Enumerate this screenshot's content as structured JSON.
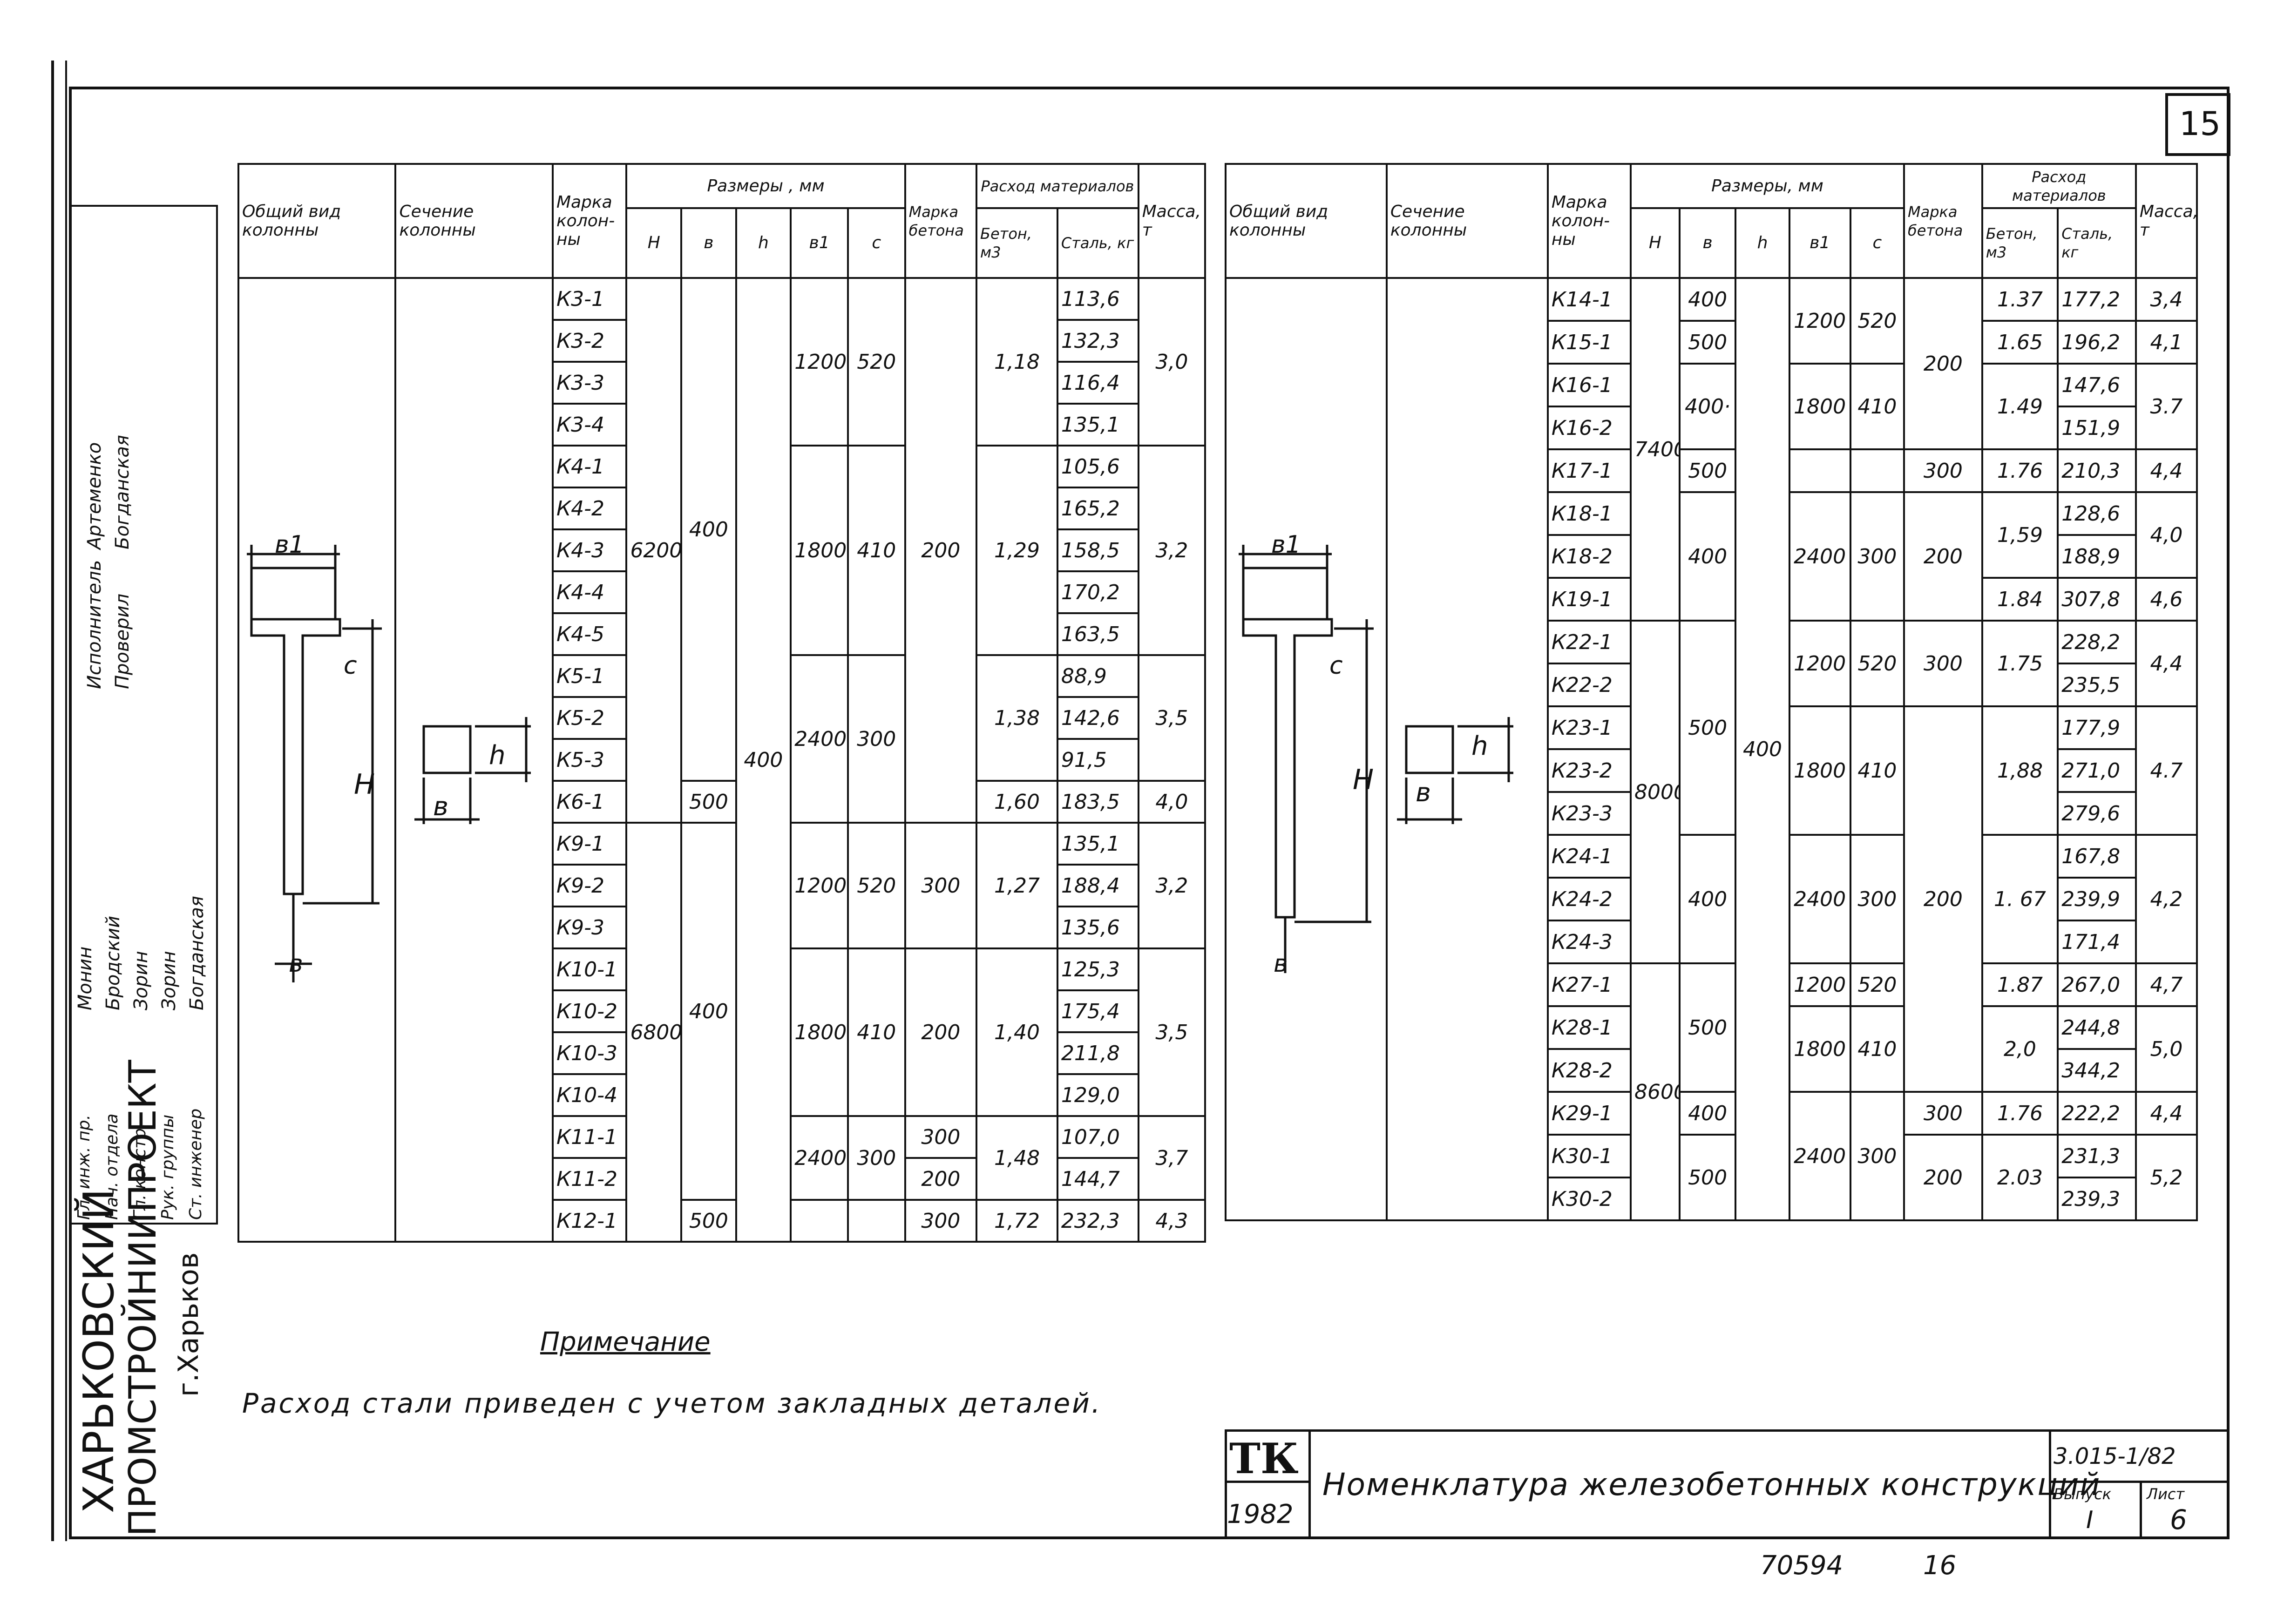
{
  "page_number": "15",
  "left_table": {
    "headers": {
      "general_view": "Общий вид колонны",
      "section": "Сечение колонны",
      "mark": "Марка колон-ны",
      "sizes": "Размеры , мм",
      "H": "H",
      "b": "в",
      "h": "h",
      "b1": "в1",
      "c": "с",
      "concrete_grade": "Марка бетона",
      "materials": "Расход материалов",
      "concrete": "Бетон, м3",
      "steel": "Сталь, кг",
      "mass": "Масса, т"
    },
    "rows": [
      {
        "mark": "К3-1",
        "steel": "113,6"
      },
      {
        "mark": "К3-2",
        "steel": "132,3"
      },
      {
        "mark": "К3-3",
        "steel": "116,4"
      },
      {
        "mark": "К3-4",
        "steel": "135,1"
      },
      {
        "mark": "К4-1",
        "steel": "105,6"
      },
      {
        "mark": "К4-2",
        "steel": "165,2"
      },
      {
        "mark": "К4-3",
        "steel": "158,5"
      },
      {
        "mark": "К4-4",
        "steel": "170,2"
      },
      {
        "mark": "К4-5",
        "steel": "163,5"
      },
      {
        "mark": "К5-1",
        "steel": "88,9"
      },
      {
        "mark": "К5-2",
        "steel": "142,6"
      },
      {
        "mark": "К5-3",
        "steel": "91,5"
      },
      {
        "mark": "К6-1",
        "steel": "183,5"
      },
      {
        "mark": "К9-1",
        "steel": "135,1"
      },
      {
        "mark": "К9-2",
        "steel": "188,4"
      },
      {
        "mark": "К9-3",
        "steel": "135,6"
      },
      {
        "mark": "К10-1",
        "steel": "125,3"
      },
      {
        "mark": "К10-2",
        "steel": "175,4"
      },
      {
        "mark": "К10-3",
        "steel": "211,8"
      },
      {
        "mark": "К10-4",
        "steel": "129,0"
      },
      {
        "mark": "К11-1",
        "steel": "107,0"
      },
      {
        "mark": "К11-2",
        "steel": "144,7"
      },
      {
        "mark": "К12-1",
        "steel": "232,3"
      }
    ],
    "merged": {
      "H_6200": "6200",
      "H_6800": "6800",
      "b_400a": "400",
      "b_500a": "500",
      "b_400b": "400",
      "b_500b": "500",
      "h_400": "400",
      "b1_1200a": "1200",
      "c_520a": "520",
      "b1_1800a": "1800",
      "c_410a": "410",
      "b1_2400a": "2400",
      "c_300a": "300",
      "b1_1200b": "1200",
      "c_520b": "520",
      "b1_1800b": "1800",
      "c_410b": "410",
      "b1_2400b": "2400",
      "c_300b": "300",
      "grade_200a": "200",
      "grade_300a": "300",
      "grade_200b": "200",
      "grade_300b": "300",
      "grade_200c": "200",
      "grade_300c": "300",
      "con_118": "1,18",
      "con_129": "1,29",
      "con_138": "1,38",
      "con_160": "1,60",
      "con_127": "1,27",
      "con_140": "1,40",
      "con_148": "1,48",
      "con_172": "1,72",
      "m_30": "3,0",
      "m_32a": "3,2",
      "m_35a": "3,5",
      "m_40": "4,0",
      "m_32b": "3,2",
      "m_35b": "3,5",
      "m_37": "3,7",
      "m_43": "4,3"
    }
  },
  "right_table": {
    "headers": {
      "general_view": "Общий вид колонны",
      "section": "Сечение колонны",
      "mark": "Марка колон-ны",
      "sizes": "Размеры, мм",
      "H": "H",
      "b": "в",
      "h": "h",
      "b1": "в1",
      "c": "с",
      "concrete_grade": "Марка бетона",
      "materials": "Расход материалов",
      "concrete": "Бетон, м3",
      "steel": "Сталь, кг",
      "mass": "Масса, т"
    },
    "rows": [
      {
        "mark": "К14-1",
        "steel": "177,2"
      },
      {
        "mark": "К15-1",
        "steel": "196,2"
      },
      {
        "mark": "К16-1",
        "steel": "147,6"
      },
      {
        "mark": "К16-2",
        "steel": "151,9"
      },
      {
        "mark": "К17-1",
        "steel": "210,3"
      },
      {
        "mark": "К18-1",
        "steel": "128,6"
      },
      {
        "mark": "К18-2",
        "steel": "188,9"
      },
      {
        "mark": "К19-1",
        "steel": "307,8"
      },
      {
        "mark": "К22-1",
        "steel": "228,2"
      },
      {
        "mark": "К22-2",
        "steel": "235,5"
      },
      {
        "mark": "К23-1",
        "steel": "177,9"
      },
      {
        "mark": "К23-2",
        "steel": "271,0"
      },
      {
        "mark": "К23-3",
        "steel": "279,6"
      },
      {
        "mark": "К24-1",
        "steel": "167,8"
      },
      {
        "mark": "К24-2",
        "steel": "239,9"
      },
      {
        "mark": "К24-3",
        "steel": "171,4"
      },
      {
        "mark": "К27-1",
        "steel": "267,0"
      },
      {
        "mark": "К28-1",
        "steel": "244,8"
      },
      {
        "mark": "К28-2",
        "steel": "344,2"
      },
      {
        "mark": "К29-1",
        "steel": "222,2"
      },
      {
        "mark": "К30-1",
        "steel": "231,3"
      },
      {
        "mark": "К30-2",
        "steel": "239,3"
      }
    ],
    "merged": {
      "H_7400": "7400",
      "H_8000": "8000",
      "H_8600": "8600",
      "b_400a": "400",
      "b_500a": "500",
      "b_400b": "400·",
      "b_500b": "500",
      "b_400c": "400",
      "b_500c": "500",
      "b_400d": "400",
      "b_500d": "500",
      "b_400e": "400",
      "b_500e": "500",
      "h_400": "400",
      "b1_1200a": "1200",
      "c_520a": "520",
      "b1_1800a": "1800",
      "c_410a": "410",
      "b1_2400a": "2400",
      "c_300a": "300",
      "b1_1200b": "1200",
      "c_520b": "520",
      "b1_1800b": "1800",
      "c_410b": "410",
      "b1_2400b": "2400",
      "c_300b": "300",
      "b1_1200c": "1200",
      "c_520c": "520",
      "b1_1800c": "1800",
      "c_410c": "410",
      "b1_2400c": "2400",
      "c_300c": "300",
      "grade_200a": "200",
      "grade_300a": "300",
      "grade_200b": "200",
      "grade_300b": "300",
      "grade_200c": "200",
      "grade_300c": "300",
      "grade_200d": "200",
      "con_137": "1.37",
      "con_165": "1.65",
      "con_149": "1.49",
      "con_176a": "1.76",
      "con_159": "1,59",
      "con_184": "1.84",
      "con_175": "1.75",
      "con_188": "1,88",
      "con_167": "1. 67",
      "con_187": "1.87",
      "con_20": "2,0",
      "con_176b": "1.76",
      "con_203": "2.03",
      "m_34": "3,4",
      "m_41": "4,1",
      "m_37": "3.7",
      "m_44a": "4,4",
      "m_40": "4,0",
      "m_46": "4,6",
      "m_44b": "4,4",
      "m_47a": "4.7",
      "m_42": "4,2",
      "m_47b": "4,7",
      "m_50": "5,0",
      "m_44c": "4,4",
      "m_52": "5,2"
    }
  },
  "note": {
    "title": "Примечание",
    "text": "Расход стали приведен с учетом закладных деталей."
  },
  "title_block": {
    "logo": "ТК",
    "year": "1982",
    "title": "Номенклатура железобетонных конструкций",
    "code": "3.015-1/82",
    "issue_label": "Выпуск",
    "issue_value": "I",
    "sheet_label": "Лист",
    "sheet_value": "6"
  },
  "bottom_stamp": {
    "left": "70594",
    "right": "16"
  },
  "side_stamp": {
    "org1": "ХАРЬКОВСКИЙ",
    "org2": "ПРОМСТРОЙНИИПРОЕКТ",
    "city": "г.Харьков",
    "roles": [
      "Гл. инж. пр.",
      "Нач. отдела",
      "Гл. констр.",
      "Рук. группы",
      "Ст. инженер"
    ],
    "names": [
      "Монин",
      "Бродский",
      "Зорин",
      "Зорин",
      "Богданская"
    ],
    "executor": "Исполнитель",
    "checked": "Проверил",
    "executor_names": [
      "Артеменко",
      "Богданская"
    ]
  },
  "drawing_labels": {
    "b1": "в1",
    "c": "с",
    "H": "Н",
    "h": "h",
    "b": "в"
  }
}
